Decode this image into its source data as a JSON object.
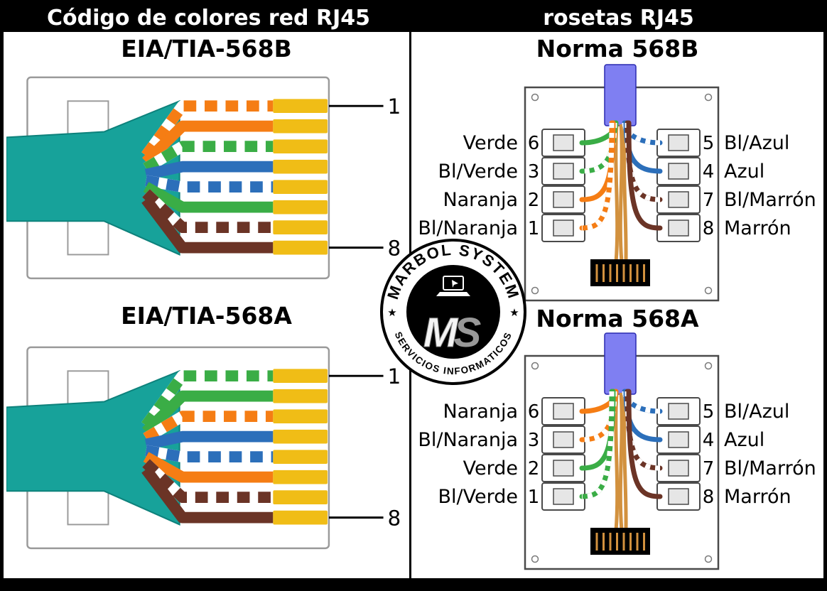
{
  "header": {
    "left_title": "Código de colores red RJ45",
    "right_title": "rosetas RJ45"
  },
  "palette": {
    "teal": "#17a29a",
    "orange": "#f57d14",
    "green": "#3aad46",
    "blue": "#2c6fba",
    "brown": "#6b3426",
    "gold": "#f0bd16",
    "outline": "#9a9a9a",
    "cable": "#7f7ff2",
    "tan": "#d2913e"
  },
  "wire_types": {
    "wo": {
      "color": "orange",
      "striped": true
    },
    "o": {
      "color": "orange",
      "striped": false
    },
    "wg": {
      "color": "green",
      "striped": true
    },
    "g": {
      "color": "green",
      "striped": false
    },
    "wbl": {
      "color": "blue",
      "striped": true
    },
    "bl": {
      "color": "blue",
      "striped": false
    },
    "wbr": {
      "color": "brown",
      "striped": true
    },
    "br": {
      "color": "brown",
      "striped": false
    }
  },
  "connectors": {
    "b": {
      "title": "EIA/TIA-568B",
      "first_pin": "1",
      "last_pin": "8",
      "wires": [
        "wo",
        "o",
        "wg",
        "bl",
        "wbl",
        "g",
        "wbr",
        "br"
      ]
    },
    "a": {
      "title": "EIA/TIA-568A",
      "first_pin": "1",
      "last_pin": "8",
      "wires": [
        "wg",
        "g",
        "wo",
        "bl",
        "wbl",
        "o",
        "wbr",
        "br"
      ]
    }
  },
  "jacks": {
    "b": {
      "title": "Norma 568B",
      "left": [
        {
          "label": "Verde",
          "pin": "6",
          "wire": "g"
        },
        {
          "label": "Bl/Verde",
          "pin": "3",
          "wire": "wg"
        },
        {
          "label": "Naranja",
          "pin": "2",
          "wire": "o"
        },
        {
          "label": "Bl/Naranja",
          "pin": "1",
          "wire": "wo"
        }
      ],
      "right": [
        {
          "label": "Bl/Azul",
          "pin": "5",
          "wire": "wbl"
        },
        {
          "label": "Azul",
          "pin": "4",
          "wire": "bl"
        },
        {
          "label": "Bl/Marrón",
          "pin": "7",
          "wire": "wbr"
        },
        {
          "label": "Marrón",
          "pin": "8",
          "wire": "br"
        }
      ]
    },
    "a": {
      "title": "Norma 568A",
      "left": [
        {
          "label": "Naranja",
          "pin": "6",
          "wire": "o"
        },
        {
          "label": "Bl/Naranja",
          "pin": "3",
          "wire": "wo"
        },
        {
          "label": "Verde",
          "pin": "2",
          "wire": "g"
        },
        {
          "label": "Bl/Verde",
          "pin": "1",
          "wire": "wg"
        }
      ],
      "right": [
        {
          "label": "Bl/Azul",
          "pin": "5",
          "wire": "wbl"
        },
        {
          "label": "Azul",
          "pin": "4",
          "wire": "bl"
        },
        {
          "label": "Bl/Marrón",
          "pin": "7",
          "wire": "wbr"
        },
        {
          "label": "Marrón",
          "pin": "8",
          "wire": "br"
        }
      ]
    }
  },
  "logo": {
    "arc_top": "MARBOL SYSTEM",
    "arc_bottom": "SERVICIOS INFORMATICOS",
    "initial_m": "M",
    "initial_s": "S",
    "star": "★"
  }
}
